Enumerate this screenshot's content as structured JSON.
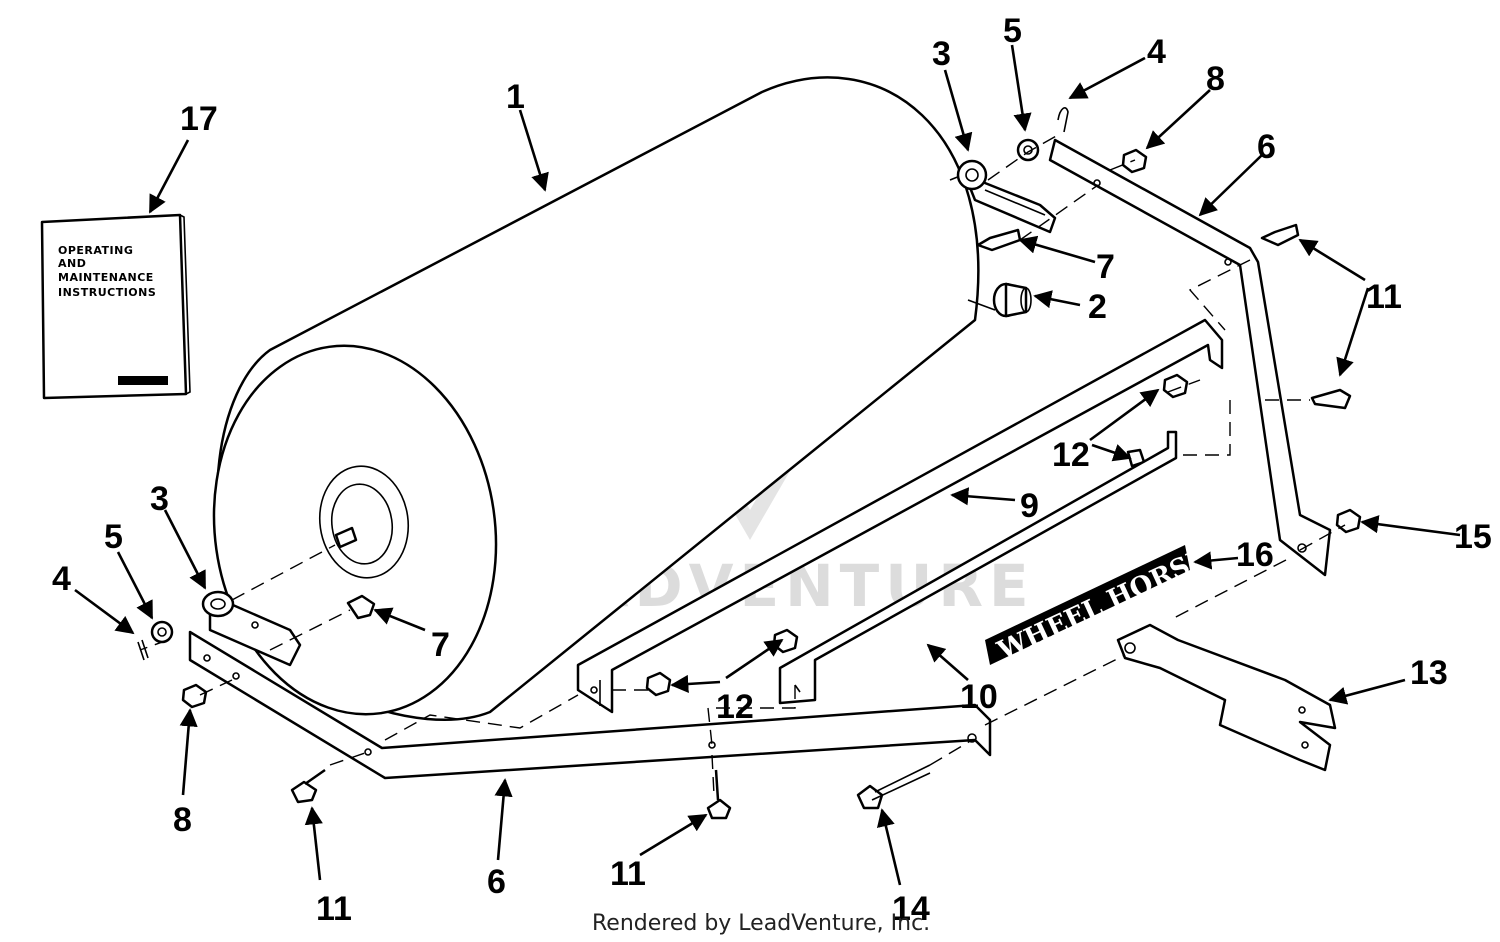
{
  "colors": {
    "line": "#000000",
    "watermark": "#d9d9d9",
    "decal": "#000000"
  },
  "manual": {
    "lines": [
      "OPERATING",
      "AND",
      "MAINTENANCE",
      "INSTRUCTIONS"
    ]
  },
  "decal": {
    "text": "WHEEL HORSE"
  },
  "watermark": {
    "text": "LEADVENTURE"
  },
  "credit": "Rendered by LeadVenture, Inc.",
  "callouts": [
    {
      "id": "c1",
      "label": "1"
    },
    {
      "id": "c2",
      "label": "2"
    },
    {
      "id": "c3a",
      "label": "3"
    },
    {
      "id": "c3b",
      "label": "3"
    },
    {
      "id": "c4a",
      "label": "4"
    },
    {
      "id": "c4b",
      "label": "4"
    },
    {
      "id": "c5a",
      "label": "5"
    },
    {
      "id": "c5b",
      "label": "5"
    },
    {
      "id": "c6a",
      "label": "6"
    },
    {
      "id": "c6b",
      "label": "6"
    },
    {
      "id": "c7a",
      "label": "7"
    },
    {
      "id": "c7b",
      "label": "7"
    },
    {
      "id": "c8a",
      "label": "8"
    },
    {
      "id": "c8b",
      "label": "8"
    },
    {
      "id": "c9",
      "label": "9"
    },
    {
      "id": "c10",
      "label": "10"
    },
    {
      "id": "c11a",
      "label": "11"
    },
    {
      "id": "c11b",
      "label": "11"
    },
    {
      "id": "c11c",
      "label": "11"
    },
    {
      "id": "c12a",
      "label": "12"
    },
    {
      "id": "c12b",
      "label": "12"
    },
    {
      "id": "c13",
      "label": "13"
    },
    {
      "id": "c14",
      "label": "14"
    },
    {
      "id": "c15",
      "label": "15"
    },
    {
      "id": "c16",
      "label": "16"
    },
    {
      "id": "c17",
      "label": "17"
    }
  ]
}
